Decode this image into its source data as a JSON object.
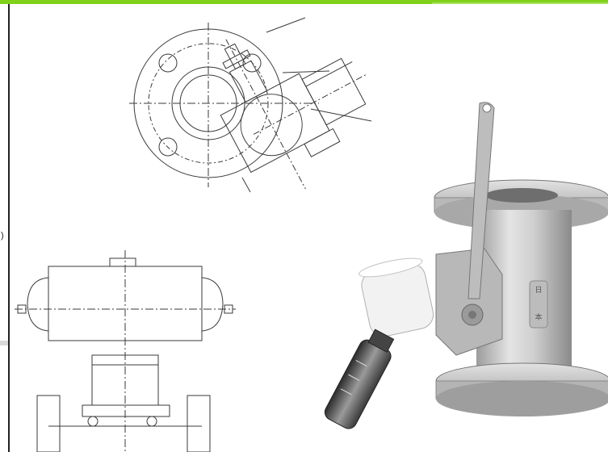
{
  "fragment": {
    "left_paren": ")"
  },
  "figures": [
    {
      "name": "valve-cross-section-drawing"
    },
    {
      "name": "actuator-front-drawing"
    },
    {
      "name": "sample-valve-photo",
      "photo_badge": "日本"
    }
  ],
  "colors": {
    "accent_bar": "#7fd11b",
    "line": "#3a3a3a",
    "metal": "#c9c9c9"
  }
}
